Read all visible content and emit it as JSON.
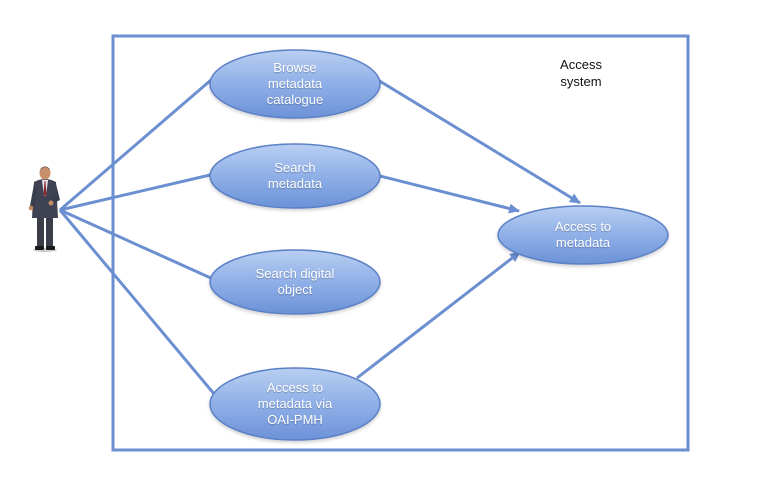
{
  "system": {
    "label": "Access\nsystem"
  },
  "use_cases": {
    "browse": "Browse\nmetadata\ncatalogue",
    "search": "Search\nmetadata",
    "search_digital_object": "Search digital\nobject",
    "oai_pmh": "Access to\nmetadata via\nOAI-PMH",
    "access_metadata": "Access to\nmetadata"
  },
  "colors": {
    "ellipse_top": "#aec6ef",
    "ellipse_bottom": "#6f95d9",
    "ellipse_stroke": "#5b80c6",
    "line": "#6b8fd0",
    "boundary": "#6b8fd0"
  }
}
